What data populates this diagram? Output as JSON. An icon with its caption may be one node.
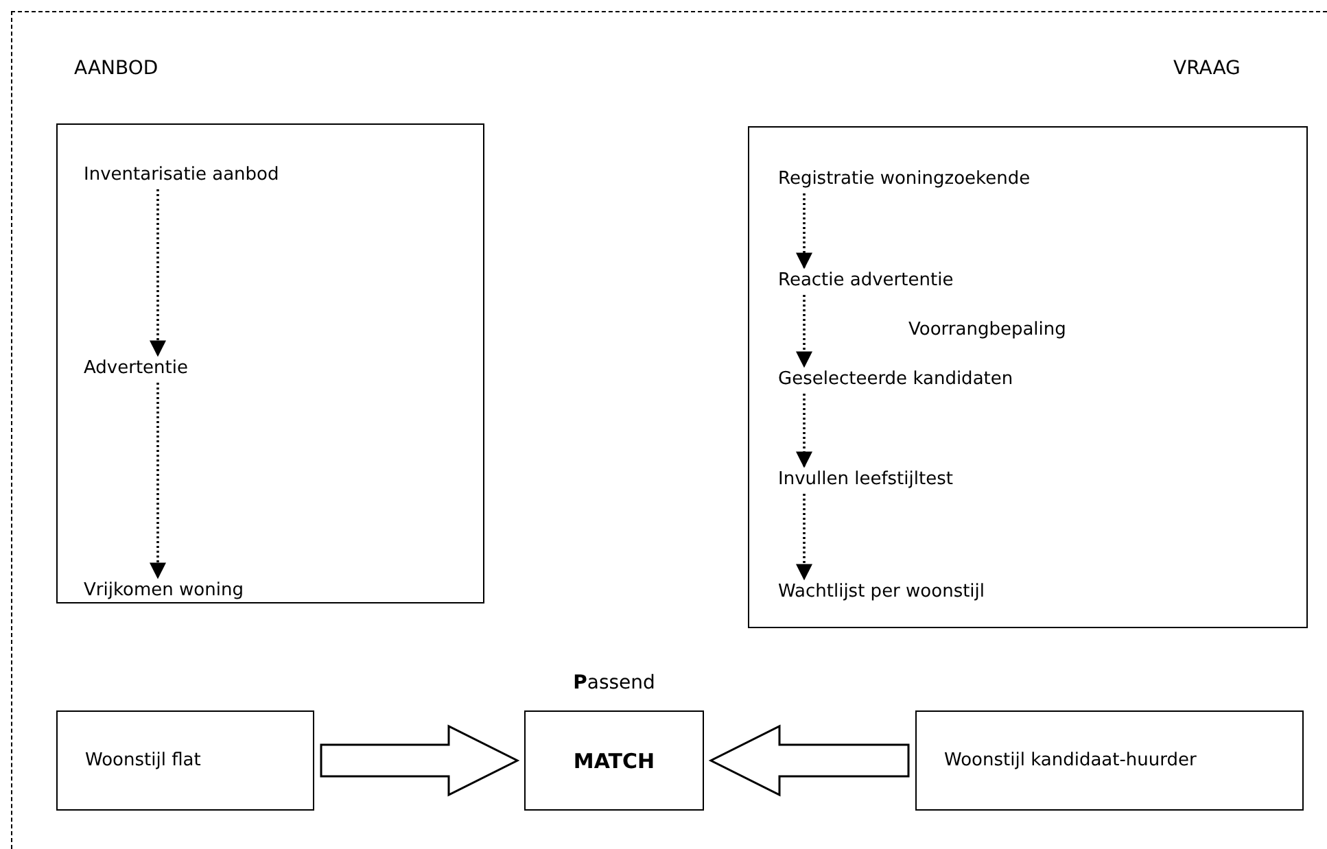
{
  "diagram": {
    "nodes": [
      {
        "text": [
          "AANBOD"
        ]
      },
      {
        "text": [
          "Inventarisatie aanbod"
        ],
        "in": 0
      },
      {
        "text": [
          "Advertentie"
        ],
        "in": 0
      },
      {
        "text": [
          "Vrijkomen woning"
        ],
        "in": 0
      },
      {
        "text": [
          "VRAAG"
        ]
      },
      {
        "text": [
          "Registratie woningzoekende"
        ],
        "in": 4
      },
      {
        "text": [
          "Reactie advertentie"
        ],
        "in": 4
      },
      {
        "text": [
          "Geselecteerde kandidaten"
        ],
        "in": 4
      },
      {
        "text": [
          "Invullen leefstijltest"
        ],
        "in": 4
      },
      {
        "text": [
          "Wachtlijst per woonstijl"
        ],
        "in": 4
      },
      {
        "text": [
          "Woonstijl flat"
        ]
      },
      {
        "text": [
          "**P**assend",
          "MATCH"
        ]
      },
      {
        "text": [
          "Woonstijl kandidaat-huurder"
        ]
      }
    ],
    "edges": [
      {
        "from": 1,
        "to": 2,
        "arrow": "to",
        "style": "dashed"
      },
      {
        "from": 2,
        "to": 3,
        "arrow": "to",
        "style": "dashed"
      },
      {
        "from": 5,
        "to": 6,
        "arrow": "to",
        "style": "dashed"
      },
      {
        "from": 6,
        "to": 7,
        "arrow": "to",
        "style": "dashed"
      },
      {
        "from": 7,
        "to": 8,
        "arrow": "to",
        "style": "dashed"
      },
      {
        "from": 8,
        "to": 9,
        "arrow": "to",
        "style": "dashed"
      },
      {
        "from": 10,
        "to": 11,
        "arrow": "to",
        "style": "thick"
      },
      {
        "from": 12,
        "to": 11,
        "arrow": "to",
        "style": "thick"
      }
    ],
    "labels": [
      "Voorrangbepaling"
    ]
  }
}
